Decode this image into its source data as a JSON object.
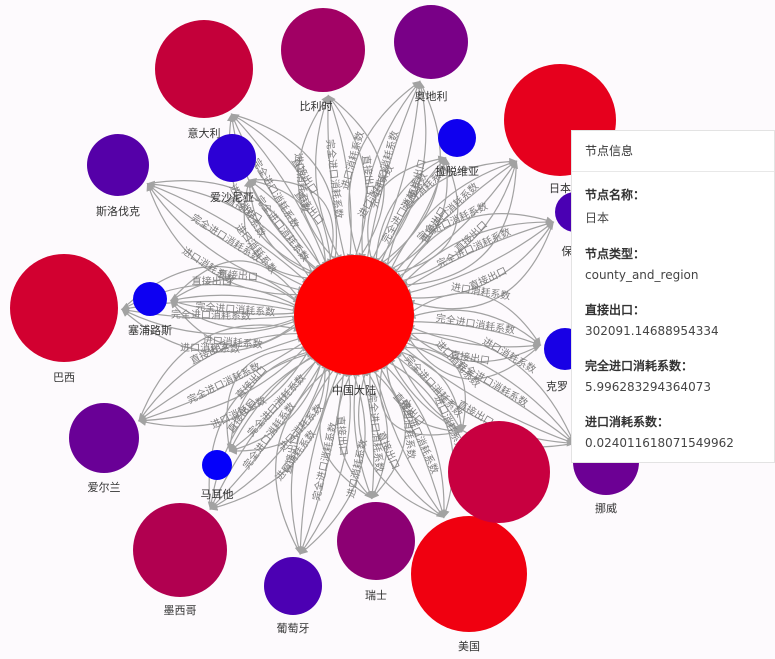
{
  "graph": {
    "center": {
      "name": "中国大陆",
      "color": "#ff0000"
    },
    "nodes": [
      {
        "id": "italy",
        "name": "意大利",
        "color": "#c4003a"
      },
      {
        "id": "belgium",
        "name": "比利时",
        "color": "#a10064"
      },
      {
        "id": "austria",
        "name": "奥地利",
        "color": "#790087"
      },
      {
        "id": "japan",
        "name": "日本",
        "color": "#e6001d"
      },
      {
        "id": "slovakia",
        "name": "斯洛伐克",
        "color": "#5500a8"
      },
      {
        "id": "estonia",
        "name": "爱沙尼亚",
        "color": "#2c00d5"
      },
      {
        "id": "latvia",
        "name": "拉脱维亚",
        "color": "#0f00ef"
      },
      {
        "id": "bulgaria",
        "name": "保",
        "color": "#4a00b3"
      },
      {
        "id": "brazil",
        "name": "巴西",
        "color": "#d20030"
      },
      {
        "id": "cyprus",
        "name": "塞浦路斯",
        "color": "#0d00f2"
      },
      {
        "id": "croatia",
        "name": "克罗",
        "color": "#1800e5"
      },
      {
        "id": "ireland",
        "name": "爱尔兰",
        "color": "#690096"
      },
      {
        "id": "malta",
        "name": "马耳他",
        "color": "#0500fa"
      },
      {
        "id": "norway",
        "name": "挪威",
        "color": "#6c0094"
      },
      {
        "id": "mexico",
        "name": "墨西哥",
        "color": "#b10050"
      },
      {
        "id": "portugal",
        "name": "葡萄牙",
        "color": "#4c00b3"
      },
      {
        "id": "switzerland",
        "name": "瑞士",
        "color": "#8c0073"
      },
      {
        "id": "usa",
        "name": "美国",
        "color": "#f00010"
      },
      {
        "id": "other",
        "name": "",
        "color": "#c80040"
      }
    ],
    "edge_labels": [
      "进口消耗系数",
      "完全进口消耗系数",
      "直接出口"
    ]
  },
  "tooltip": {
    "title": "节点信息",
    "fields": [
      {
        "label": "节点名称：",
        "value": "日本"
      },
      {
        "label": "节点类型：",
        "value": "county_and_region"
      },
      {
        "label": "直接出口：",
        "value": "302091.14688954334"
      },
      {
        "label": "完全进口消耗系数：",
        "value": "5.996283294364073"
      },
      {
        "label": "进口消耗系数：",
        "value": "0.024011618071549962"
      }
    ]
  }
}
